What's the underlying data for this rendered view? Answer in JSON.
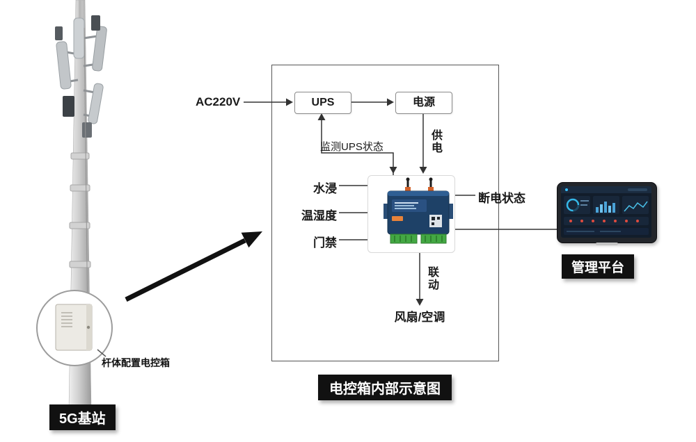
{
  "colors": {
    "connector": "#333333",
    "badge_bg": "#111111",
    "badge_text": "#ffffff",
    "device_body": "#1e4167",
    "terminal_green": "#43a843",
    "screen_bg": "#121d2b",
    "gauge_accent": "#35b8e8",
    "alert_dot": "#e04b3f"
  },
  "tower": {
    "station_label": "5G基站",
    "control_box_label": "杆体配置电控箱"
  },
  "diagram": {
    "caption": "电控箱内部示意图",
    "input_label": "AC220V",
    "ups_label": "UPS",
    "power_label": "电源",
    "monitor_label": "监测UPS状态",
    "supply_label": "供电",
    "sensors": [
      "水浸",
      "温湿度",
      "门禁"
    ],
    "power_off_label": "断电状态",
    "linkage_label": "联动",
    "fan_ac_label": "风扇/空调"
  },
  "platform": {
    "label": "管理平台"
  }
}
